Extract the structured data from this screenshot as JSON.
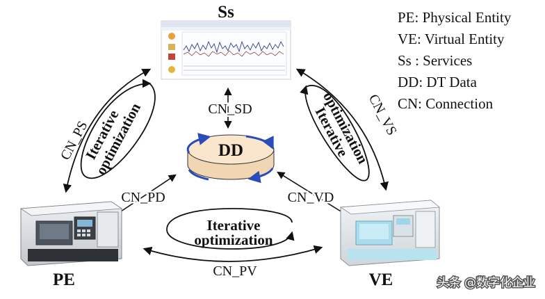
{
  "nodes": {
    "services": "Ss",
    "physical_entity": "PE",
    "virtual_entity": "VE",
    "dt_data": "DD"
  },
  "connections": {
    "cn_ps": "CN_PS",
    "cn_vs": "CN_VS",
    "cn_sd": "CN_SD",
    "cn_pd": "CN_PD",
    "cn_vd": "CN_VD",
    "cn_pv": "CN_PV"
  },
  "loops": {
    "left_line1": "Iterative",
    "left_line2": "optimization",
    "right_line1": "Iterative",
    "right_line2": "optimization",
    "bottom_line1": "Iterative",
    "bottom_line2": "optimization"
  },
  "legend": [
    "PE: Physical Entity",
    "VE: Virtual Entity",
    "Ss :  Services",
    "DD: DT Data",
    "CN: Connection"
  ],
  "watermark": "头条 @数字化企业",
  "colors": {
    "arrow": "#111111",
    "disk_fill": "#f7e3c8",
    "disk_edge": "#2a4bb8",
    "machine_body": "#d8dbe0",
    "virtual_machine_accent": "#9ed6e8"
  }
}
